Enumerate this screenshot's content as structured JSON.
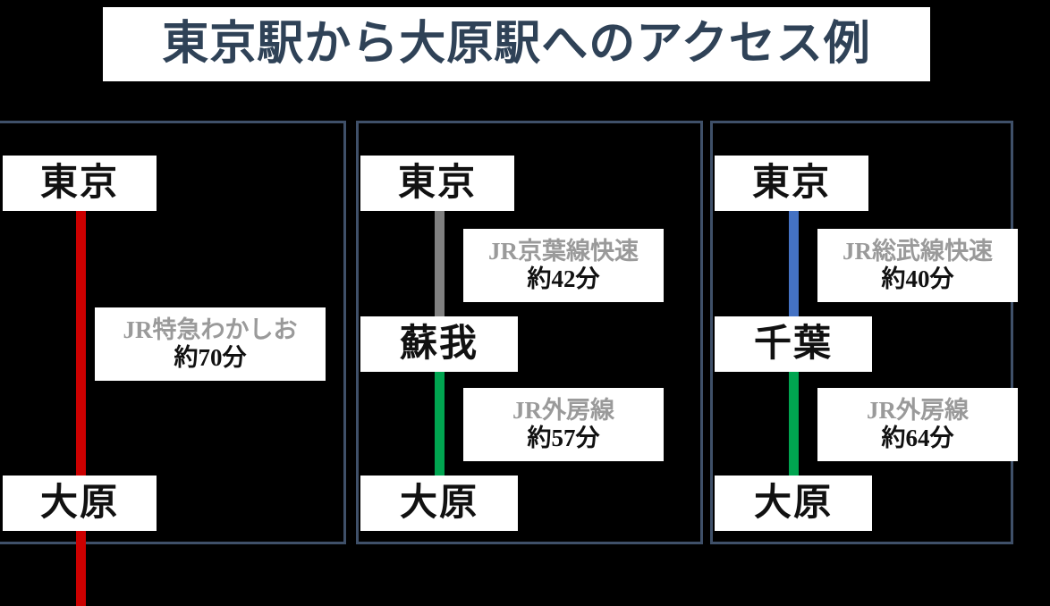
{
  "title": "東京駅から大原駅へのアクセス例",
  "colors": {
    "background": "#000000",
    "title_text": "#2f4257",
    "panel_border": "#3f5069",
    "box_fill": "#ffffff",
    "line_name_text": "#9a9a9a",
    "duration_text": "#111111",
    "route_red": "#cc0000",
    "route_gray": "#808080",
    "route_green": "#00a550",
    "route_blue": "#4472c4"
  },
  "routes": [
    {
      "id": "route-wakashio",
      "stations": [
        "東京",
        "大原"
      ],
      "legs": [
        {
          "line_name": "JR特急わかしお",
          "duration": "約70分",
          "color": "#cc0000",
          "color_name": "red"
        }
      ]
    },
    {
      "id": "route-keiyo-sotobo",
      "stations": [
        "東京",
        "蘇我",
        "大原"
      ],
      "legs": [
        {
          "line_name": "JR京葉線快速",
          "duration": "約42分",
          "color": "#808080",
          "color_name": "gray"
        },
        {
          "line_name": "JR外房線",
          "duration": "約57分",
          "color": "#00a550",
          "color_name": "green"
        }
      ]
    },
    {
      "id": "route-sobu-sotobo",
      "stations": [
        "東京",
        "千葉",
        "大原"
      ],
      "legs": [
        {
          "line_name": "JR総武線快速",
          "duration": "約40分",
          "color": "#4472c4",
          "color_name": "blue"
        },
        {
          "line_name": "JR外房線",
          "duration": "約64分",
          "color": "#00a550",
          "color_name": "green"
        }
      ]
    }
  ]
}
